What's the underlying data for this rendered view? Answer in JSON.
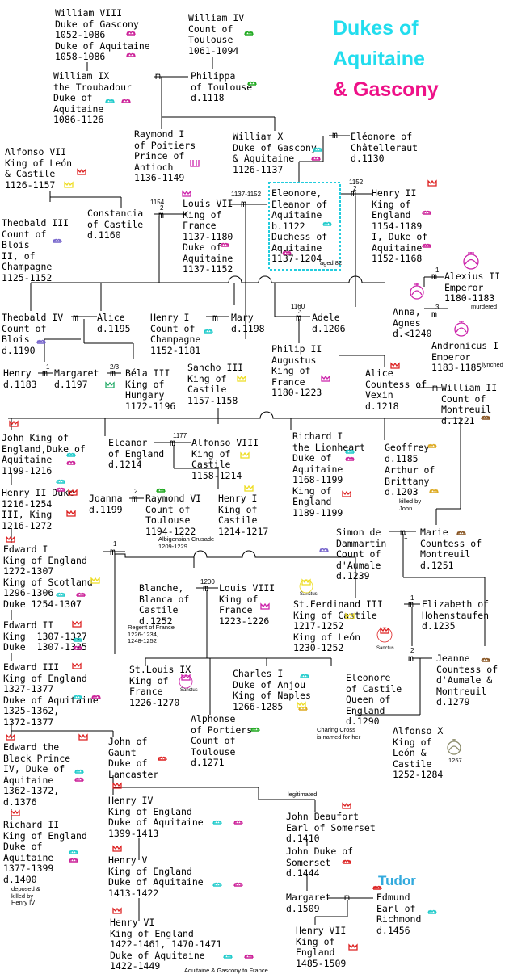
{
  "title": {
    "line1": "Dukes of",
    "line2": "Aquitaine",
    "line3": "& Gascony"
  },
  "colors": {
    "title_cyan": "#22ddee",
    "title_pink": "#ee1188",
    "crown_red": "#dd2222",
    "crown_yellow": "#eedd22",
    "crown_cyan": "#22cccc",
    "crown_magenta": "#cc22aa",
    "crown_green": "#22aa22",
    "crown_brown": "#885522",
    "crown_purple": "#7744aa",
    "tudor_blue": "#33aadd"
  },
  "people": [
    {
      "id": "william8",
      "text": "William VIII\nDuke of Gascony\n1052-1086\nDuke of Aquitaine\n1058-1086"
    },
    {
      "id": "william4",
      "text": "William IV\nCount of\nToulouse\n1061-1094"
    },
    {
      "id": "william9",
      "text": "William IX\nthe Troubadour\nDuke of\nAquitaine\n1086-1126"
    },
    {
      "id": "philippa",
      "text": "Philippa\nof Toulouse\nd.1118"
    },
    {
      "id": "raymond1",
      "text": "Raymond I\nof Poitiers\nPrince of\nAntioch\n1136-1149"
    },
    {
      "id": "william10",
      "text": "William X\nDuke of Gascony\n& Aquitaine\n1126-1137"
    },
    {
      "id": "eleonore_ch",
      "text": "Eléonore of\nChâtelleraut\nd.1130"
    },
    {
      "id": "alfonso7",
      "text": "Alfonso VII\nKing of León\n& Castile\n1126-1157"
    },
    {
      "id": "constancia",
      "text": "Constancia\nof Castile\nd.1160"
    },
    {
      "id": "louis7",
      "text": "Louis VII\nKing of\nFrance\n1137-1180\nDuke of\nAquitaine\n1137-1152"
    },
    {
      "id": "eleanor",
      "text": "Eleonore,\nEleanor of\nAquitaine\nb.1122\nDuchess of\nAquitaine\n1137-1204"
    },
    {
      "id": "henry2",
      "text": "Henry II\nKing of\nEngland\n1154-1189\nI, Duke of\nAquitaine\n1152-1168"
    },
    {
      "id": "theobald3",
      "text": "Theobald III\nCount of\nBlois\nII, of\nChampagne\n1125-1152"
    },
    {
      "id": "alexius2",
      "text": "Alexius II\nEmperor\n1180-1183"
    },
    {
      "id": "anna",
      "text": "Anna,\nAgnes\nd.<1240"
    },
    {
      "id": "andronicus",
      "text": "Andronicus I\nEmperor\n1183-1185"
    },
    {
      "id": "theobald4",
      "text": "Theobald IV\nCount of\nBlois\nd.1190"
    },
    {
      "id": "alice_blois",
      "text": "Alice\nd.1195"
    },
    {
      "id": "henry1_ch",
      "text": "Henry I\nCount of\nChampagne\n1152-1181"
    },
    {
      "id": "mary",
      "text": "Mary\nd.1198"
    },
    {
      "id": "adele",
      "text": "Adele\nd.1206"
    },
    {
      "id": "henry_young",
      "text": "Henry\nd.1183"
    },
    {
      "id": "margaret_fr",
      "text": "Margaret\nd.1197"
    },
    {
      "id": "bela3",
      "text": "Béla III\nKing of\nHungary\n1172-1196"
    },
    {
      "id": "sancho3",
      "text": "Sancho III\nKing of\nCastile\n1157-1158"
    },
    {
      "id": "philip2",
      "text": "Philip II\nAugustus\nKing of\nFrance\n1180-1223"
    },
    {
      "id": "alice_vexin",
      "text": "Alice\nCountess of\nVexin\nd.1218"
    },
    {
      "id": "william2_mont",
      "text": "William II\nCount of\nMontreuil\nd.1221"
    },
    {
      "id": "john",
      "text": "John King of\nEngland,Duke of\nAquitaine\n1199-1216"
    },
    {
      "id": "eleanor_eng",
      "text": "Eleanor\nof England\nd.1214"
    },
    {
      "id": "alfonso8",
      "text": "Alfonso VIII\nKing of\nCastile\n1158-1214"
    },
    {
      "id": "richard1",
      "text": "Richard I\nthe Lionheart\nDuke of\nAquitaine\n1168-1199\nKing of\nEngland\n1189-1199"
    },
    {
      "id": "geoffrey",
      "text": "Geoffrey\nd.1185"
    },
    {
      "id": "arthur",
      "text": "Arthur of\nBrittany\nd.1203"
    },
    {
      "id": "henry3",
      "text": "Henry II Duke\n1216-1254\nIII, King\n1216-1272"
    },
    {
      "id": "joanna",
      "text": "Joanna\nd.1199"
    },
    {
      "id": "raymond6",
      "text": "Raymond VI\nCount of\nToulouse\n1194-1222"
    },
    {
      "id": "henry1_cas",
      "text": "Henry I\nKing of\nCastile\n1214-1217"
    },
    {
      "id": "simon",
      "text": "Simon de\nDammartin\nCount of\nd'Aumale\nd.1239"
    },
    {
      "id": "marie",
      "text": "Marie\nCountess of\nMontreuil\nd.1251"
    },
    {
      "id": "edward1",
      "text": "Edward I\nKing of England\n1272-1307\nKing of Scotland\n1296-1306\nDuke 1254-1307"
    },
    {
      "id": "blanche",
      "text": "Blanche,\nBlanca of\nCastile\nd.1252"
    },
    {
      "id": "louis8",
      "text": "Louis VIII\nKing of\nFrance\n1223-1226"
    },
    {
      "id": "ferdinand3",
      "text": "St.Ferdinand III\nKing of Castile\n1217-1252\nKing of León\n1230-1252"
    },
    {
      "id": "elizabeth",
      "text": "Elizabeth of\nHohenstaufen\nd.1235"
    },
    {
      "id": "edward2",
      "text": "Edward II\nKing  1307-1327\nDuke  1307-1325"
    },
    {
      "id": "jeanne",
      "text": "Jeanne\nCountess of\nd'Aumale &\nMontreuil\nd.1279"
    },
    {
      "id": "edward3",
      "text": "Edward III\nKing of England\n1327-1377\nDuke of Aquitaine\n1325-1362,\n1372-1377"
    },
    {
      "id": "louis9",
      "text": "St.Louis IX\nKing of\nFrance\n1226-1270"
    },
    {
      "id": "charles1",
      "text": "Charles I\nDuke of Anjou\nKing of Naples\n1266-1285"
    },
    {
      "id": "eleonore_cas",
      "text": "Eleonore\nof Castile\nQueen of\nEngland\nd.1290"
    },
    {
      "id": "alphonse",
      "text": "Alphonse\nof Portiers\nCount of\nToulouse\nd.1271"
    },
    {
      "id": "alfonso10",
      "text": "Alfonso X\nKing of\nLeón &\nCastile\n1252-1284"
    },
    {
      "id": "black_prince",
      "text": "Edward the\nBlack Prince\nIV, Duke of\nAquitaine\n1362-1372,\nd.1376"
    },
    {
      "id": "gaunt",
      "text": "John of\nGaunt\nDuke of\nLancaster"
    },
    {
      "id": "henry4",
      "text": "Henry IV\nKing of England\nDuke of Aquitaine\n1399-1413"
    },
    {
      "id": "beaufort",
      "text": "John Beaufort\nEarl of Somerset\nd.1410"
    },
    {
      "id": "richard2",
      "text": "Richard II\nKing of England\nDuke of\nAquitaine\n1377-1399\nd.1400"
    },
    {
      "id": "john_somerset",
      "text": "John Duke of\nSomerset\nd.1444"
    },
    {
      "id": "henry5",
      "text": "Henry V\nKing of England\nDuke of Aquitaine\n1413-1422"
    },
    {
      "id": "margaret_b",
      "text": "Margaret\nd.1509"
    },
    {
      "id": "edmund",
      "text": "Edmund\nEarl of\nRichmond\nd.1456"
    },
    {
      "id": "henry6",
      "text": "Henry VI\nKing of England\n1422-1461, 1470-1471\nDuke of Aquitaine\n1422-1449"
    },
    {
      "id": "henry7",
      "text": "Henry VII\nKing of\nEngland\n1485-1509"
    }
  ],
  "notes": [
    {
      "id": "aged82",
      "text": "aged 82"
    },
    {
      "id": "murdered",
      "text": "murdered"
    },
    {
      "id": "lynched",
      "text": "lynched"
    },
    {
      "id": "killed_john",
      "text": "killed by\nJohn"
    },
    {
      "id": "albigensian",
      "text": "Albigensian Crusade\n1209-1229"
    },
    {
      "id": "regent",
      "text": "Regent of France\n1226-1234,\n1248-1252"
    },
    {
      "id": "charing",
      "text": "Charing Cross\nis named for her"
    },
    {
      "id": "year1257",
      "text": "1257"
    },
    {
      "id": "deposed",
      "text": "deposed &\nkilled by\nHenry IV"
    },
    {
      "id": "legitimated",
      "text": "legitimated"
    },
    {
      "id": "to_france",
      "text": "Aquitaine & Gascony to France"
    },
    {
      "id": "sanctus1",
      "text": "Sanctus"
    },
    {
      "id": "sanctus2",
      "text": "Sanctus"
    },
    {
      "id": "sanctus3",
      "text": "Sanctus"
    }
  ],
  "tudor_label": "Tudor",
  "marriage_marks": [
    {
      "id": "m_w9",
      "label": "m"
    },
    {
      "id": "m_w10",
      "label": "m"
    },
    {
      "id": "m_l7",
      "label": "m"
    },
    {
      "id": "m_el",
      "label": "m"
    },
    {
      "id": "m_el2",
      "label": "m"
    },
    {
      "id": "m_alex",
      "label": "m"
    },
    {
      "id": "m_andr",
      "label": "m"
    },
    {
      "id": "m_theo",
      "label": "m"
    },
    {
      "id": "m_hch",
      "label": "m"
    },
    {
      "id": "m_adele",
      "label": "m"
    },
    {
      "id": "m_henry",
      "label": "m"
    },
    {
      "id": "m_marg",
      "label": "m"
    },
    {
      "id": "m_alvex",
      "label": "m"
    },
    {
      "id": "m_eleng",
      "label": "m"
    },
    {
      "id": "m_joanna",
      "label": "m"
    },
    {
      "id": "m_simon",
      "label": "m"
    },
    {
      "id": "m_ed1",
      "label": "m"
    },
    {
      "id": "m_blanche",
      "label": "m"
    },
    {
      "id": "m_ferd",
      "label": "m"
    },
    {
      "id": "m_jeanne",
      "label": "m"
    },
    {
      "id": "m_marg2",
      "label": "m"
    }
  ],
  "marriage_numbers": [
    {
      "id": "n_1154",
      "text": "1154"
    },
    {
      "id": "n_1137",
      "text": "1137-1152"
    },
    {
      "id": "n_1152",
      "text": "1152"
    },
    {
      "id": "n_2a",
      "text": "2"
    },
    {
      "id": "n_2b",
      "text": "2"
    },
    {
      "id": "n_1a",
      "text": "1"
    },
    {
      "id": "n_3a",
      "text": "3"
    },
    {
      "id": "n_1160",
      "text": "1160"
    },
    {
      "id": "n_3b",
      "text": "3"
    },
    {
      "id": "n_1b",
      "text": "1"
    },
    {
      "id": "n_23",
      "text": "2/3"
    },
    {
      "id": "n_1177",
      "text": "1177"
    },
    {
      "id": "n_2c",
      "text": "2"
    },
    {
      "id": "n_1c",
      "text": "1"
    },
    {
      "id": "n_1200",
      "text": "1200"
    },
    {
      "id": "n_1d",
      "text": "1"
    },
    {
      "id": "n_2d",
      "text": "2"
    },
    {
      "id": "n_1e",
      "text": "1"
    }
  ]
}
